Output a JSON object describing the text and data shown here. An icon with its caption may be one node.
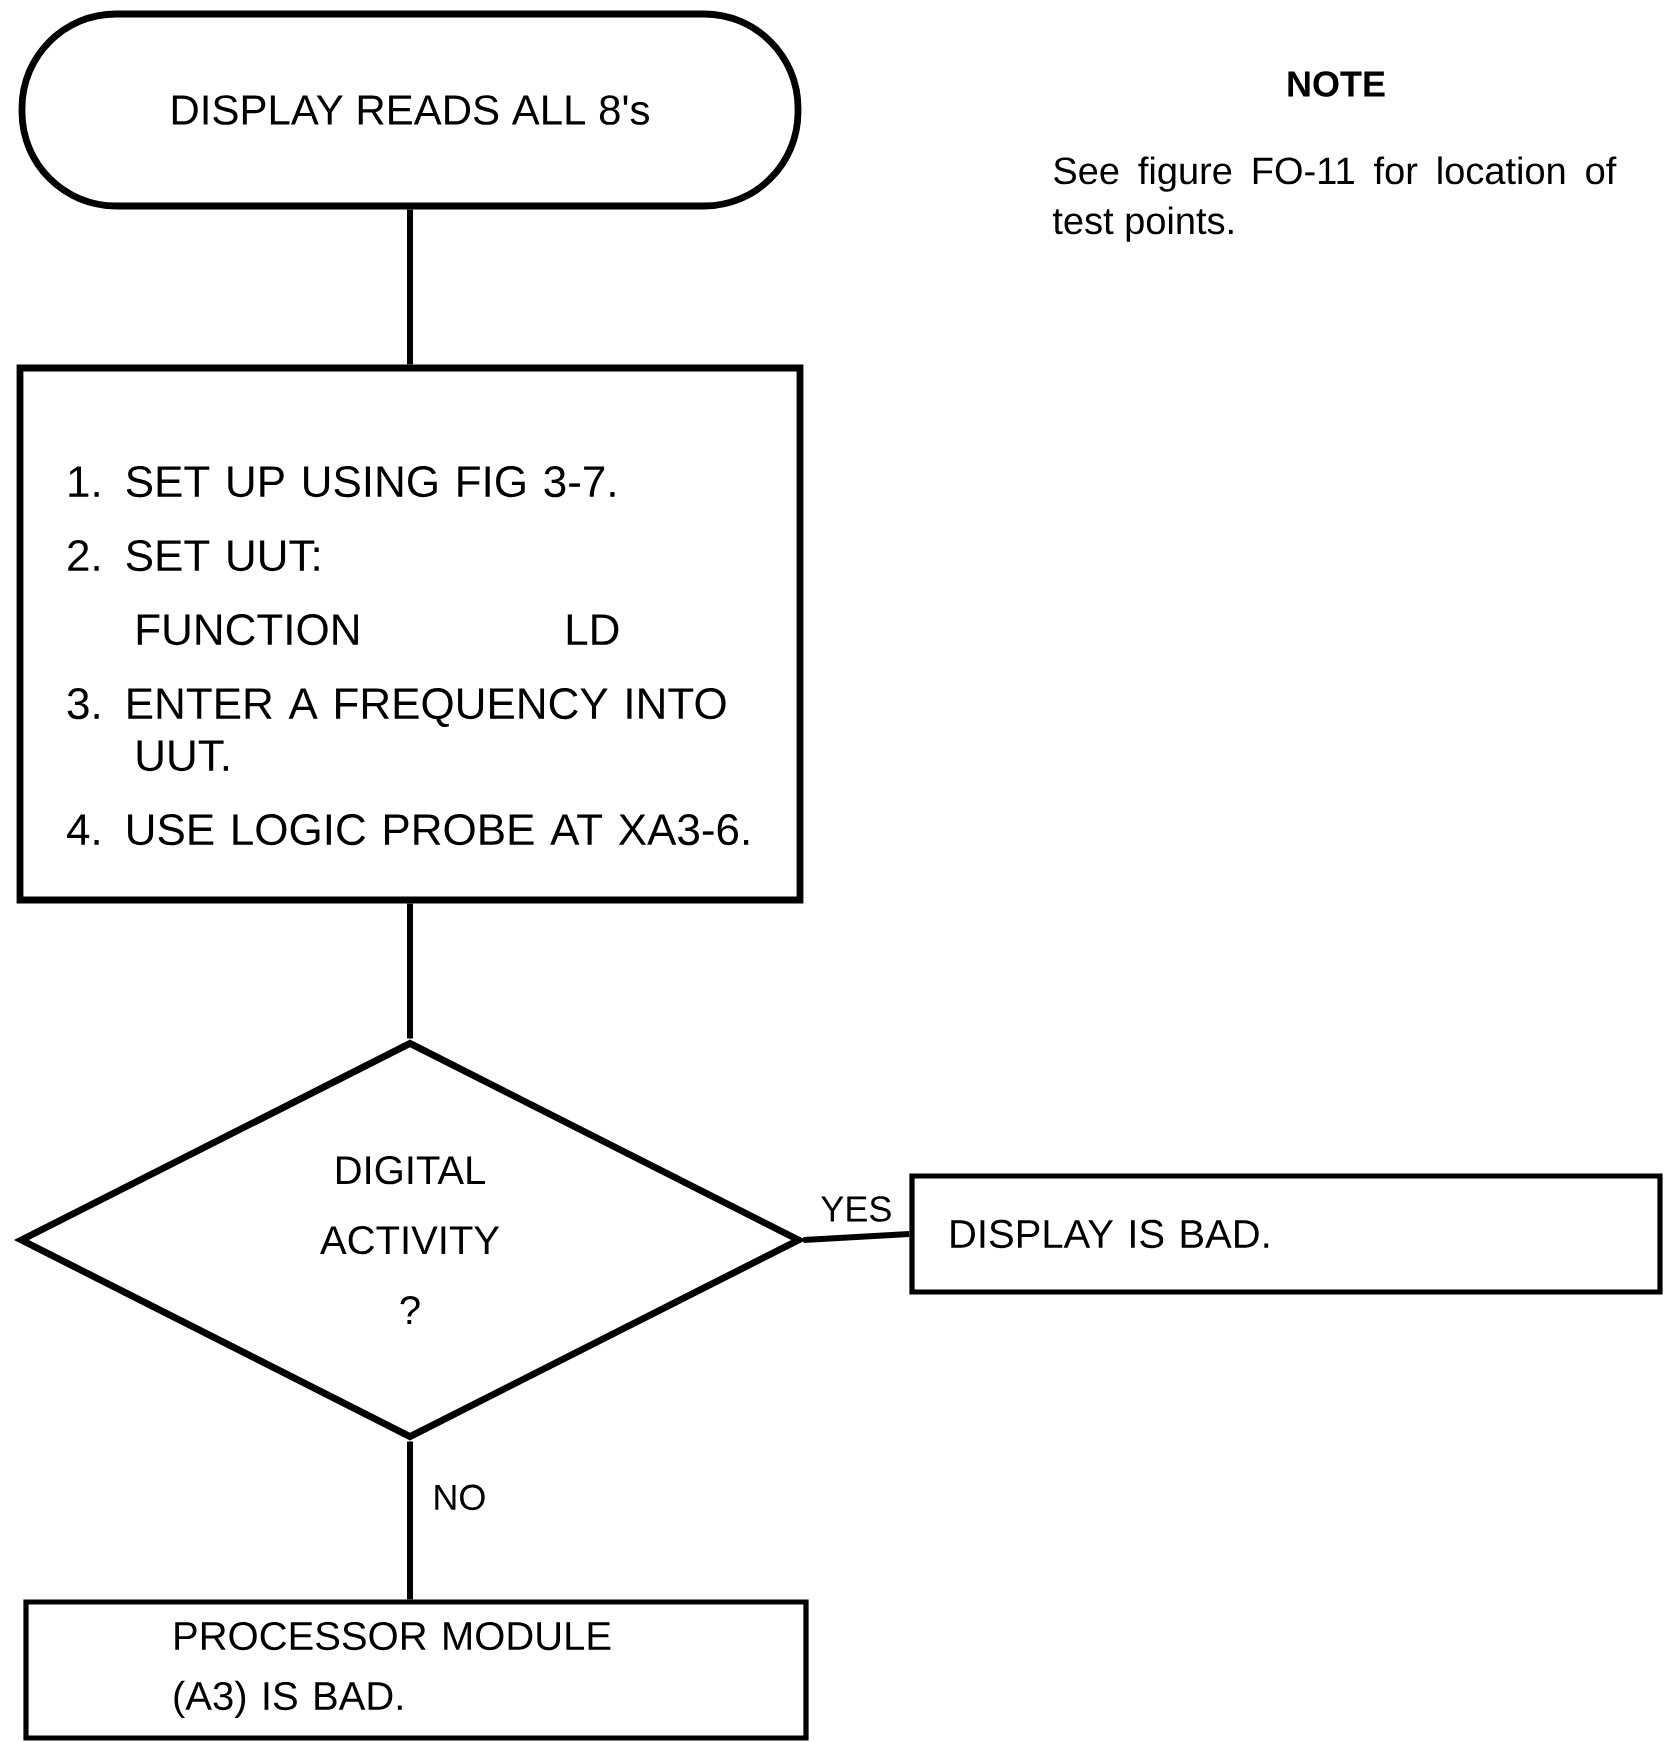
{
  "diagram": {
    "nodes": [
      {
        "text": [
          "DISPLAY READS ALL 8's"
        ]
      },
      {
        "text": [
          "1. SET UP USING FIG 3-7.",
          "2. SET UUT:",
          "FUNCTION",
          "LD",
          "3. ENTER A FREQUENCY INTO UUT.",
          "4. USE LOGIC PROBE AT XA3-6."
        ]
      },
      {
        "text": [
          "DIGITAL ACTIVITY ?"
        ]
      },
      {
        "text": [
          "DISPLAY IS BAD."
        ]
      },
      {
        "text": [
          "PROCESSOR MODULE (A3) IS BAD."
        ]
      }
    ],
    "edges": [
      {
        "from": 0,
        "to": 1,
        "arrow": "none"
      },
      {
        "from": 1,
        "to": 2,
        "arrow": "none"
      },
      {
        "from": 2,
        "to": 3,
        "arrow": "none",
        "label": "YES"
      },
      {
        "from": 2,
        "to": 4,
        "arrow": "none",
        "label": "NO"
      }
    ],
    "labels": [
      "NOTE",
      "See figure FO-11 for location of test points."
    ]
  }
}
